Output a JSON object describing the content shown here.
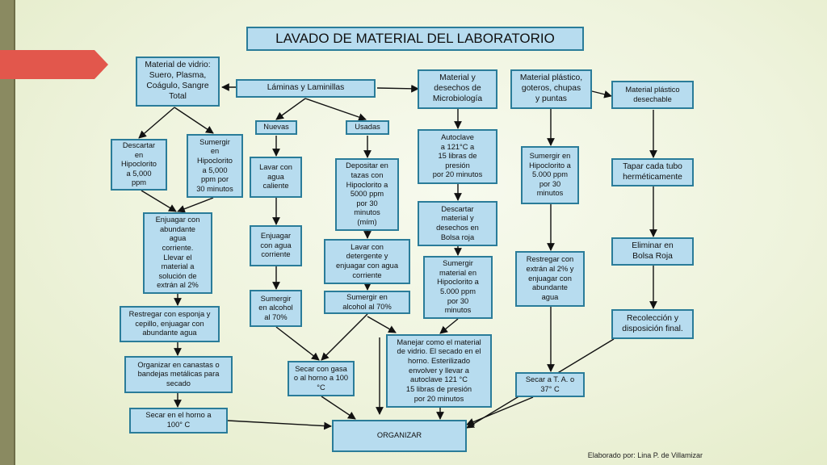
{
  "title": "LAVADO DE MATERIAL DEL LABORATORIO",
  "credit": "Elaborado por: Lina P. de Villamizar",
  "nodes": {
    "vidrio": "Material de vidrio:\nSuero, Plasma,\nCoágulo, Sangre\nTotal",
    "laminas": "Láminas y Laminillas",
    "nuevas": "Nuevas",
    "usadas": "Usadas",
    "micro": "Material y\ndesechos de\nMicrobiología",
    "plastico": "Material plástico,\ngoteros, chupas\ny puntas",
    "desechable": "Material plástico\ndesechable",
    "descartar_hipo": "Descartar\nen\nHipoclorito\na 5,000\nppm",
    "sumergir_hipo": "Sumergir\nen\nHipoclorito\na 5,000\nppm por\n30 minutos",
    "enjuagar_abundante": "Enjuagar con\nabundante\nagua\ncorriente.\nLlevar el\nmaterial a\nsolución de\nextrán al 2%",
    "restregar_esponja": "Restregar con esponja y\ncepillo, enjuagar con\nabundante agua",
    "organizar_canastas": "Organizar en canastas o\nbandejas metálicas para\nsecado",
    "secar_horno_100": "Secar en el horno a\n100° C",
    "lavar_agua_caliente": "Lavar con\nagua\ncaliente",
    "enjuagar_corriente": "Enjuagar\ncon agua\ncorriente",
    "sumergir_alcohol_1": "Sumergir\nen alcohol\nal 70%",
    "depositar_tazas": "Depositar en\ntazas con\nHipoclorito a\n5000 ppm\npor 30\nminutos\n(mím)",
    "lavar_detergente": "Lavar con\ndetergente y\nenjuagar con agua\ncorriente",
    "sumergir_alcohol_2": "Sumergir en\nalcohol al 70%",
    "secar_gasa": "Secar con gasa\no al horno a 100\n°C",
    "autoclave": "Autoclave\na 121°C a\n15 libras de\npresión\npor 20 minutos",
    "descartar_bolsa": "Descartar\nmaterial y\ndesechos en\nBolsa roja",
    "sumergir_micro": "Sumergir\nmaterial en\nHipoclorito a\n5.000 ppm\npor 30\nminutos",
    "manejar_vidrio": "Manejar como el material\nde vidrio. El secado en el\nhorno. Esterilizado\nenvolver y llevar a\nautoclave 121 °C\n15 libras de presión\npor 20 minutos",
    "sumergir_plastico": "Sumergir en\nHipoclorito a\n5.000 ppm\npor 30\nminutos",
    "restregar_extran": "Restregar con\nextrán al 2% y\nenjuagar con\nabundante\nagua",
    "secar_ta": "Secar a T. A. o\n37° C",
    "tapar_tubo": "Tapar cada tubo\nherméticamente",
    "eliminar_bolsa": "Eliminar en\nBolsa Roja",
    "recoleccion": "Recolección y\ndisposición final.",
    "organizar": "ORGANIZAR"
  },
  "colors": {
    "box_fill": "#b7dcef",
    "box_border": "#2a7c99",
    "accent_tab": "#e2574c",
    "stripe": "#8a8a61"
  }
}
